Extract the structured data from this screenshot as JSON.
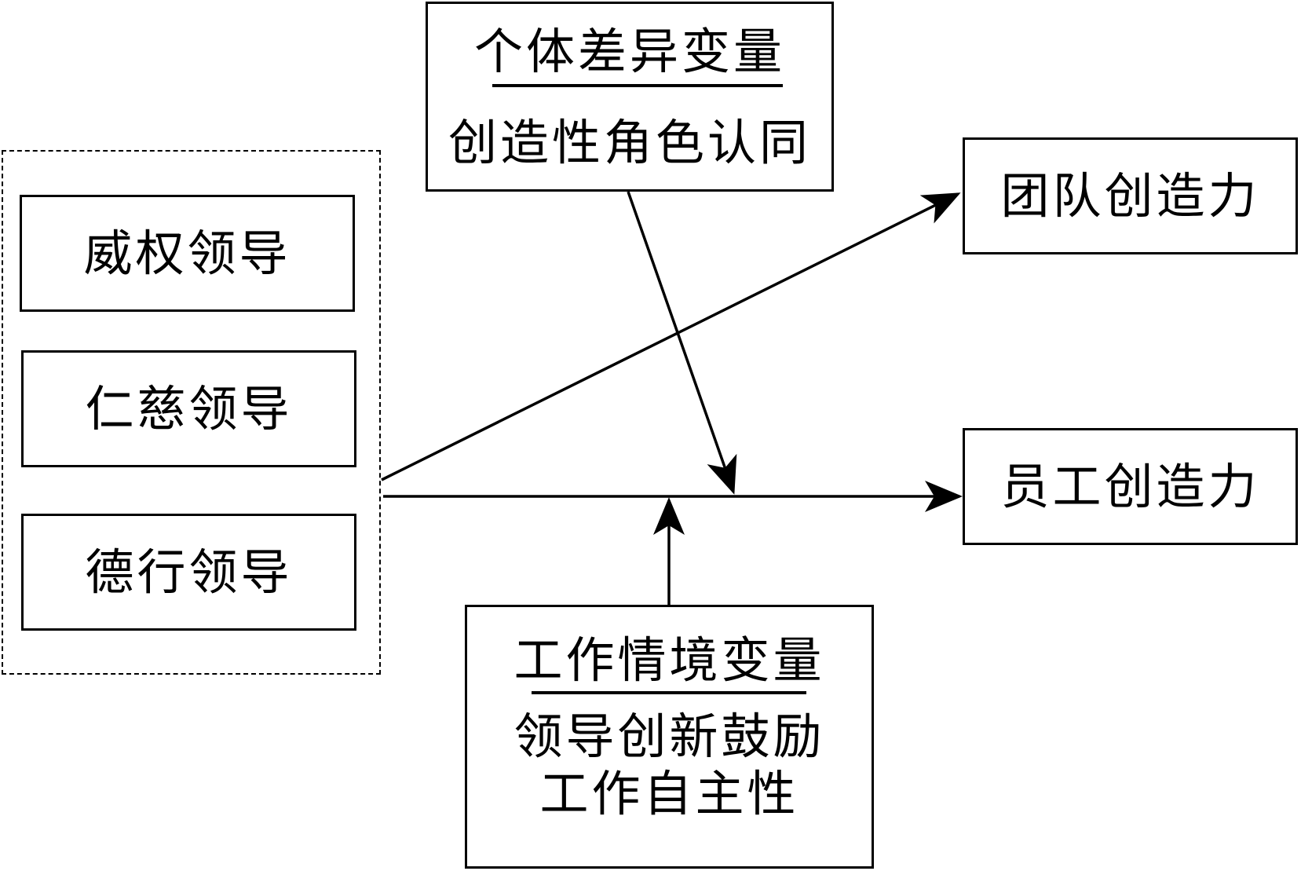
{
  "leadership": {
    "items": [
      {
        "label": "威权领导"
      },
      {
        "label": "仁慈领导"
      },
      {
        "label": "德行领导"
      }
    ]
  },
  "individual_moderator": {
    "title": "个体差异变量",
    "items": [
      "创造性角色认同"
    ]
  },
  "context_moderator": {
    "title": "工作情境变量",
    "items": [
      "领导创新鼓励",
      "工作自主性"
    ]
  },
  "outcomes": {
    "team": "团队创造力",
    "employee": "员工创造力"
  }
}
